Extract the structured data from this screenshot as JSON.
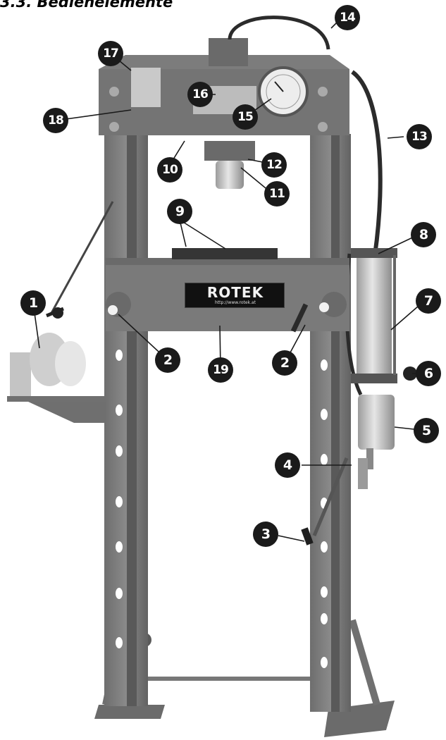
{
  "heading": "3.3. Bedienelemente",
  "brand": {
    "logo": "ROTEK",
    "url": "http://www.rotek.at"
  },
  "callouts": [
    "1",
    "2",
    "2",
    "3",
    "4",
    "5",
    "6",
    "7",
    "8",
    "9",
    "10",
    "11",
    "12",
    "13",
    "14",
    "15",
    "16",
    "17",
    "18",
    "19"
  ]
}
